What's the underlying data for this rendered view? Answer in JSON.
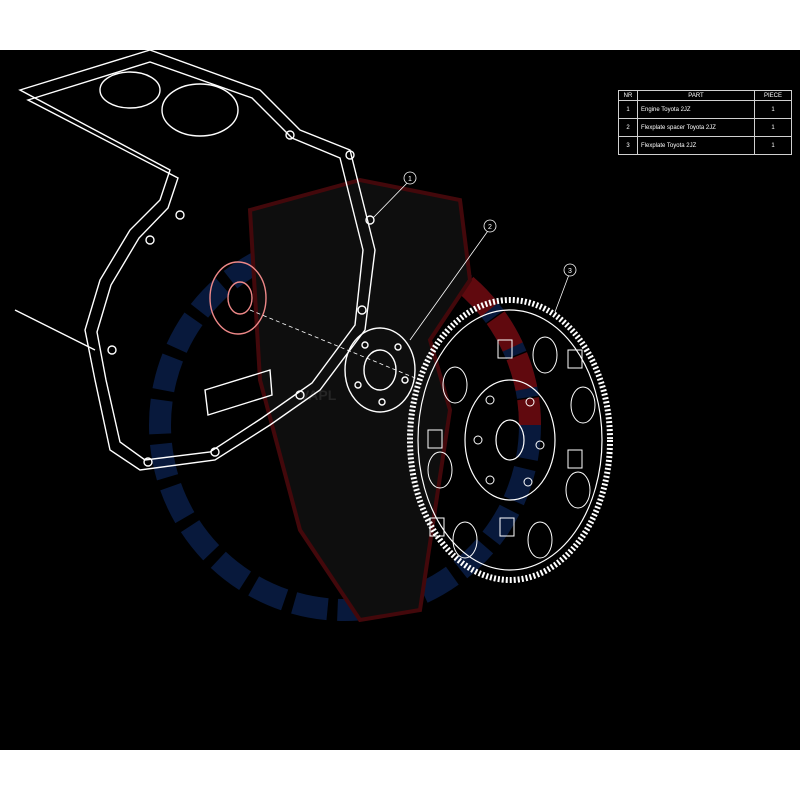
{
  "bom_table": {
    "headers": {
      "nr": "NR",
      "part": "PART",
      "piece": "PIECE"
    },
    "rows": [
      {
        "nr": "1",
        "part": "Engine Toyota 2JZ",
        "piece": "1"
      },
      {
        "nr": "2",
        "part": "Flexplate spacer Toyota 2JZ",
        "piece": "1"
      },
      {
        "nr": "3",
        "part": "Flexplate Toyota 2JZ",
        "piece": "1"
      }
    ]
  },
  "callouts": [
    "1",
    "2",
    "3"
  ],
  "watermark": {
    "text": "VAPL"
  },
  "colors": {
    "background": "#000000",
    "line": "#ffffff",
    "accent_red": "#b0121a",
    "accent_blue": "#0f2f6e"
  }
}
